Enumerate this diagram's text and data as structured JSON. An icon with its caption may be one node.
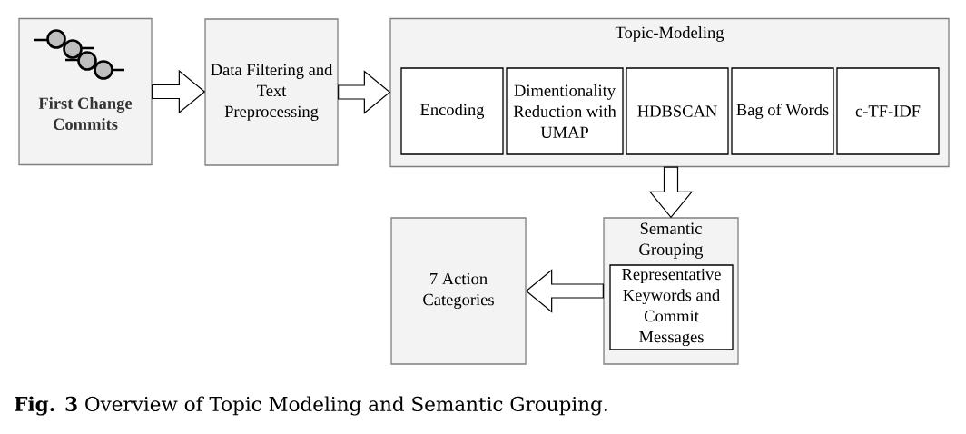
{
  "diagram": {
    "caption": "**Fig. 3** Overview of Topic Modeling and Semantic Grouping.",
    "nodes": [
      {
        "text": [
          "First Change Commits"
        ]
      },
      {
        "text": [
          "Data Filtering and Text Preprocessing"
        ]
      },
      {
        "text": [
          "Topic-Modeling"
        ]
      },
      {
        "text": [
          "Encoding"
        ],
        "in": 2
      },
      {
        "text": [
          "Dimentionality Reduction with UMAP"
        ],
        "in": 2
      },
      {
        "text": [
          "HDBSCAN"
        ],
        "in": 2
      },
      {
        "text": [
          "Bag of Words"
        ],
        "in": 2
      },
      {
        "text": [
          "c-TF-IDF"
        ],
        "in": 2
      },
      {
        "text": [
          "7 Action Categories"
        ]
      },
      {
        "text": [
          "Semantic Grouping"
        ]
      },
      {
        "text": [
          "Representative Keywords and Commit Messages"
        ],
        "in": 9
      }
    ],
    "edges": [
      {
        "from": 0,
        "to": 1,
        "arrow": "to"
      },
      {
        "from": 1,
        "to": 2,
        "arrow": "to"
      },
      {
        "from": 2,
        "to": 9,
        "arrow": "to"
      },
      {
        "from": 9,
        "to": 8,
        "arrow": "to"
      }
    ]
  }
}
